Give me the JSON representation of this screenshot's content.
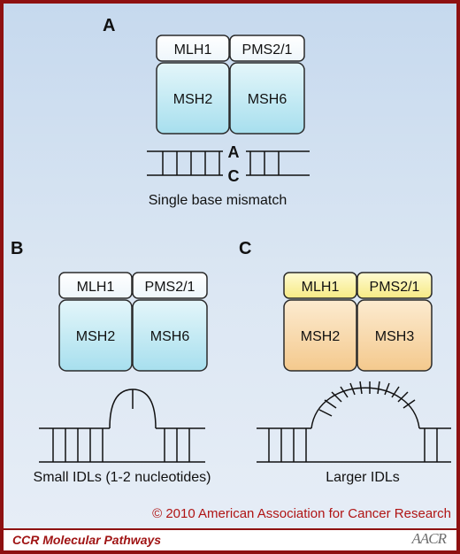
{
  "colors": {
    "frame": "#8e1111",
    "blue_fill": "#bfeaf3",
    "orange_fill": "#f8d7a7",
    "yellow_fill": "#fbf4a3",
    "copyright": "#b01414"
  },
  "panels": [
    {
      "letter": "A",
      "top": [
        "MLH1",
        "PMS2/1"
      ],
      "bottom": [
        "MSH2",
        "MSH6"
      ],
      "mismatch_top": "A",
      "mismatch_bottom": "C",
      "caption": "Single base mismatch"
    },
    {
      "letter": "B",
      "top": [
        "MLH1",
        "PMS2/1"
      ],
      "bottom": [
        "MSH2",
        "MSH6"
      ],
      "caption": "Small IDLs (1-2 nucleotides)"
    },
    {
      "letter": "C",
      "top": [
        "MLH1",
        "PMS2/1"
      ],
      "bottom": [
        "MSH2",
        "MSH3"
      ],
      "caption": "Larger IDLs"
    }
  ],
  "copyright": "© 2010 American Association for Cancer Research",
  "footer": {
    "title": "CCR Molecular Pathways",
    "logo_text": "AACR"
  }
}
